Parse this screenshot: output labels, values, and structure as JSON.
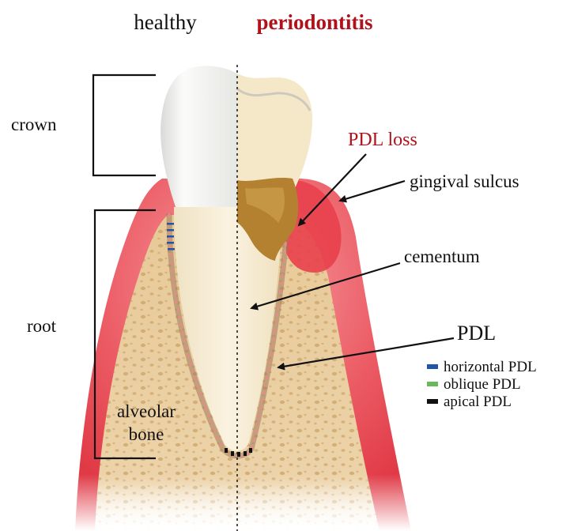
{
  "headers": {
    "healthy": "healthy",
    "disease": "periodontitis"
  },
  "labels": {
    "crown": "crown",
    "root": "root",
    "pdl_loss": "PDL loss",
    "gingival_sulcus": "gingival sulcus",
    "cementum": "cementum",
    "pdl": "PDL",
    "alveolar_bone_line1": "alveolar",
    "alveolar_bone_line2": "bone"
  },
  "legend": [
    {
      "label": "horizontal PDL",
      "color": "#1f57a8"
    },
    {
      "label": "oblique PDL",
      "color": "#69b85c"
    },
    {
      "label": "apical PDL",
      "color": "#111111"
    }
  ],
  "colors": {
    "gum": "#e8454f",
    "bone": "#ead0a3",
    "enamel": "#f6f6f4",
    "dentin": "#f7ecd4",
    "plaque": "#b07f2c",
    "accent_red": "#b0121b"
  }
}
